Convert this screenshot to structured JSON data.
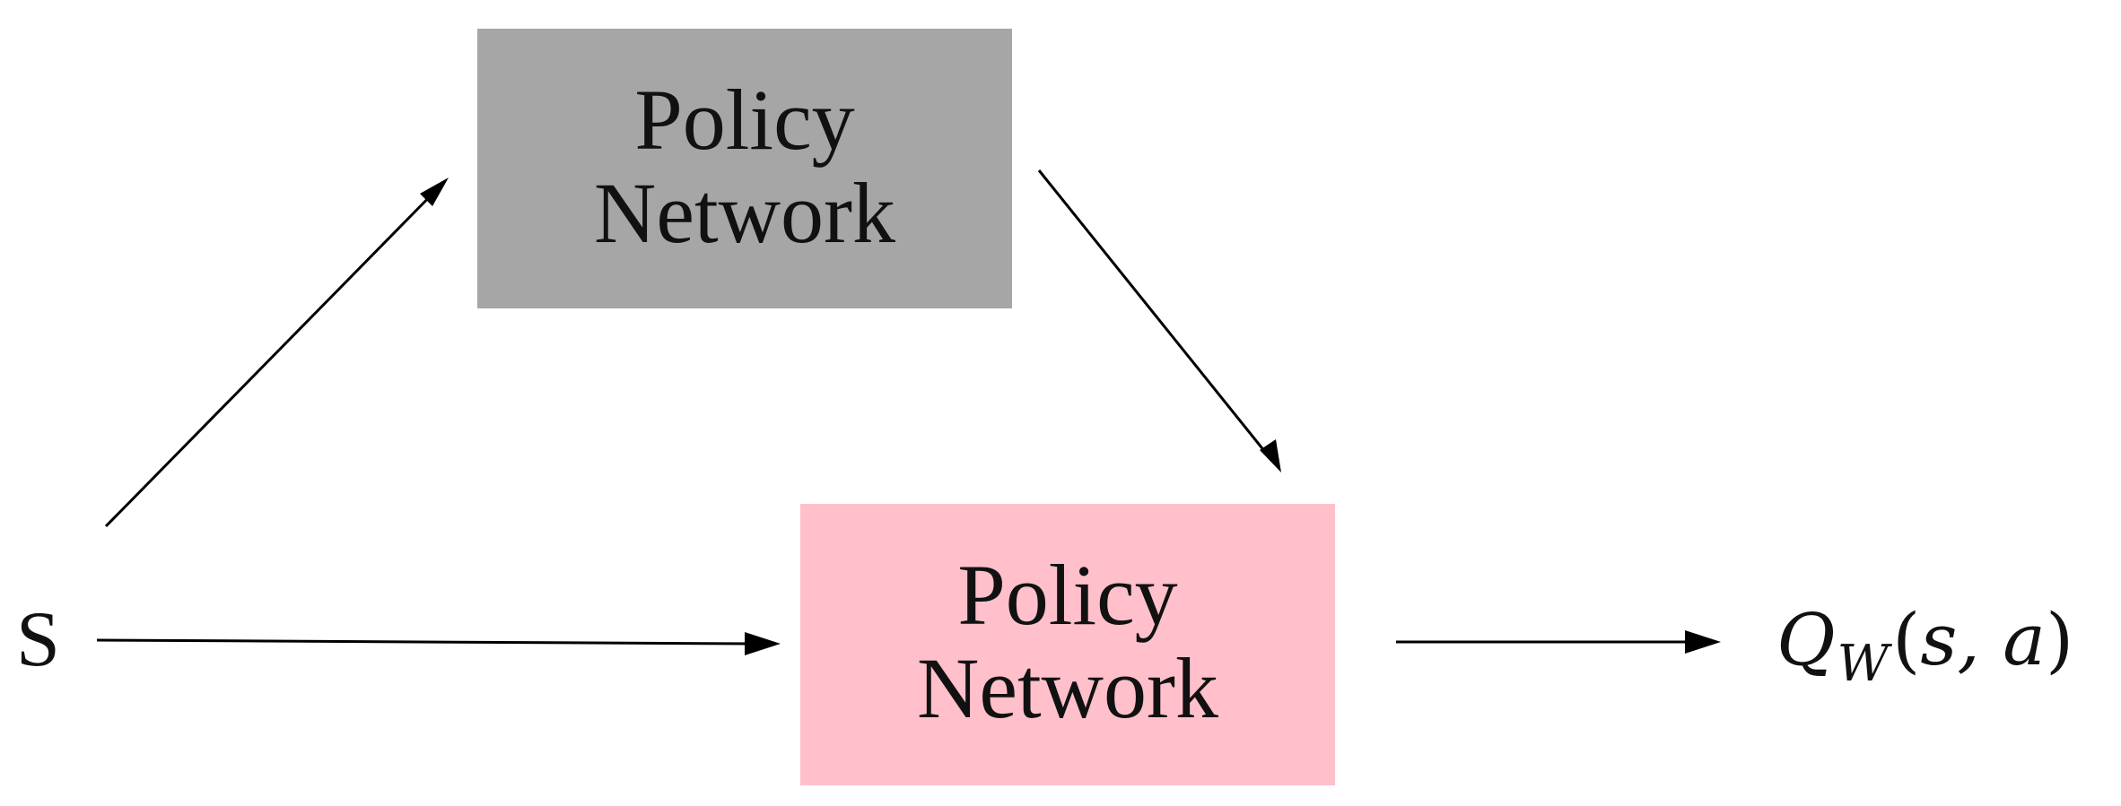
{
  "nodes": {
    "top": {
      "line1": "Policy",
      "line2": "Network",
      "fill": "#a6a6a6"
    },
    "bottom": {
      "line1": "Policy",
      "line2": "Network",
      "fill": "#ffc0cb"
    }
  },
  "state_label": "S",
  "output": {
    "symbol": "Q",
    "subscript": "W",
    "open": "(",
    "args": "s, a",
    "close": ")"
  },
  "colors": {
    "arrow": "#000000",
    "text": "#111111"
  }
}
